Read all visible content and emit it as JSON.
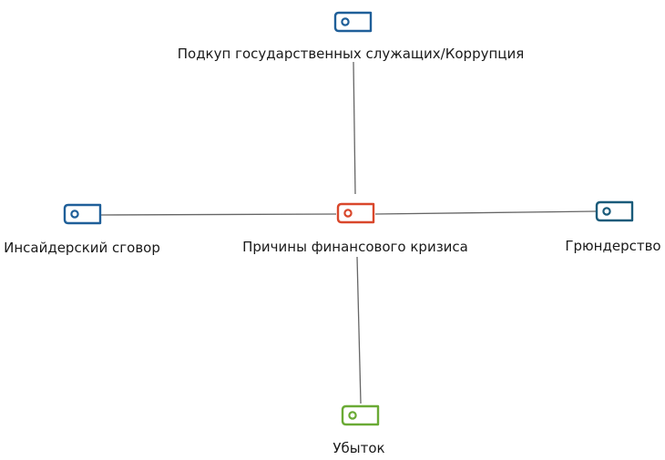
{
  "diagram": {
    "center": {
      "label": "Причины финансового кризиса",
      "color": "#d9472b",
      "icon": "tag-icon"
    },
    "nodes": [
      {
        "id": "top",
        "label": "Подкуп государственных служащих/Коррупция",
        "color": "#1f5f99",
        "icon": "tag-icon"
      },
      {
        "id": "left",
        "label": "Инсайдерский сговор",
        "color": "#1f5f99",
        "icon": "tag-icon"
      },
      {
        "id": "right",
        "label": "Грюндерство",
        "color": "#1a5b7a",
        "icon": "tag-icon"
      },
      {
        "id": "bottom",
        "label": "Убыток",
        "color": "#6aaa35",
        "icon": "tag-icon"
      }
    ],
    "connector_color": "#666666"
  }
}
